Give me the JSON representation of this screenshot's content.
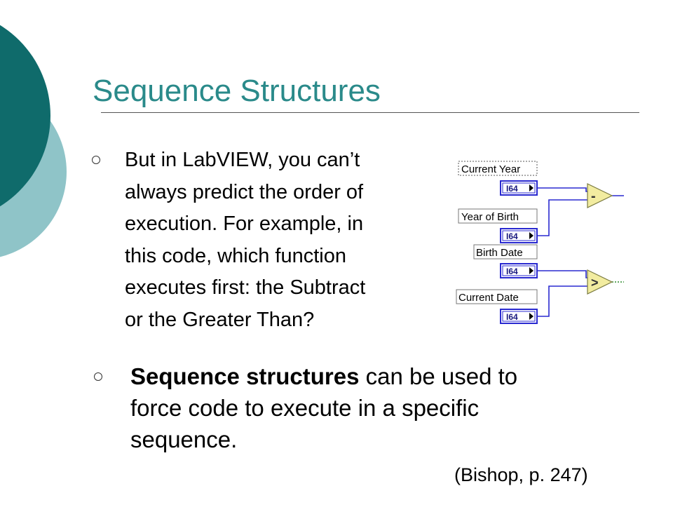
{
  "slide": {
    "title": "Sequence Structures",
    "bullet1": {
      "lines": [
        "But in LabVIEW, you can’t",
        "always predict the order of",
        "execution.  For example, in",
        "this code, which function",
        "executes first: the Subtract",
        "or the Greater Than?"
      ]
    },
    "bullet2": {
      "bold": "Sequence structures",
      "line1_rest": " can be used to",
      "line2": "force code to execute in a specific",
      "line3": "sequence."
    },
    "citation": "(Bishop, p. 247)"
  },
  "diagram": {
    "nodes": [
      {
        "label": "Current Year",
        "type": "I64"
      },
      {
        "label": "Year of Birth",
        "type": "I64"
      },
      {
        "label": "Birth Date",
        "type": "I64"
      },
      {
        "label": "Current Date",
        "type": "I64"
      }
    ],
    "functions": [
      {
        "symbol": "-",
        "icon": "subtract-icon"
      },
      {
        "symbol": ">",
        "icon": "greater-than-icon"
      }
    ]
  },
  "colors": {
    "title": "#2a8a8a",
    "dark_teal": "#0f6b6b",
    "light_teal": "#8fc4c8",
    "wire": "#2a2ad0",
    "function_fill": "#f2eca0"
  }
}
